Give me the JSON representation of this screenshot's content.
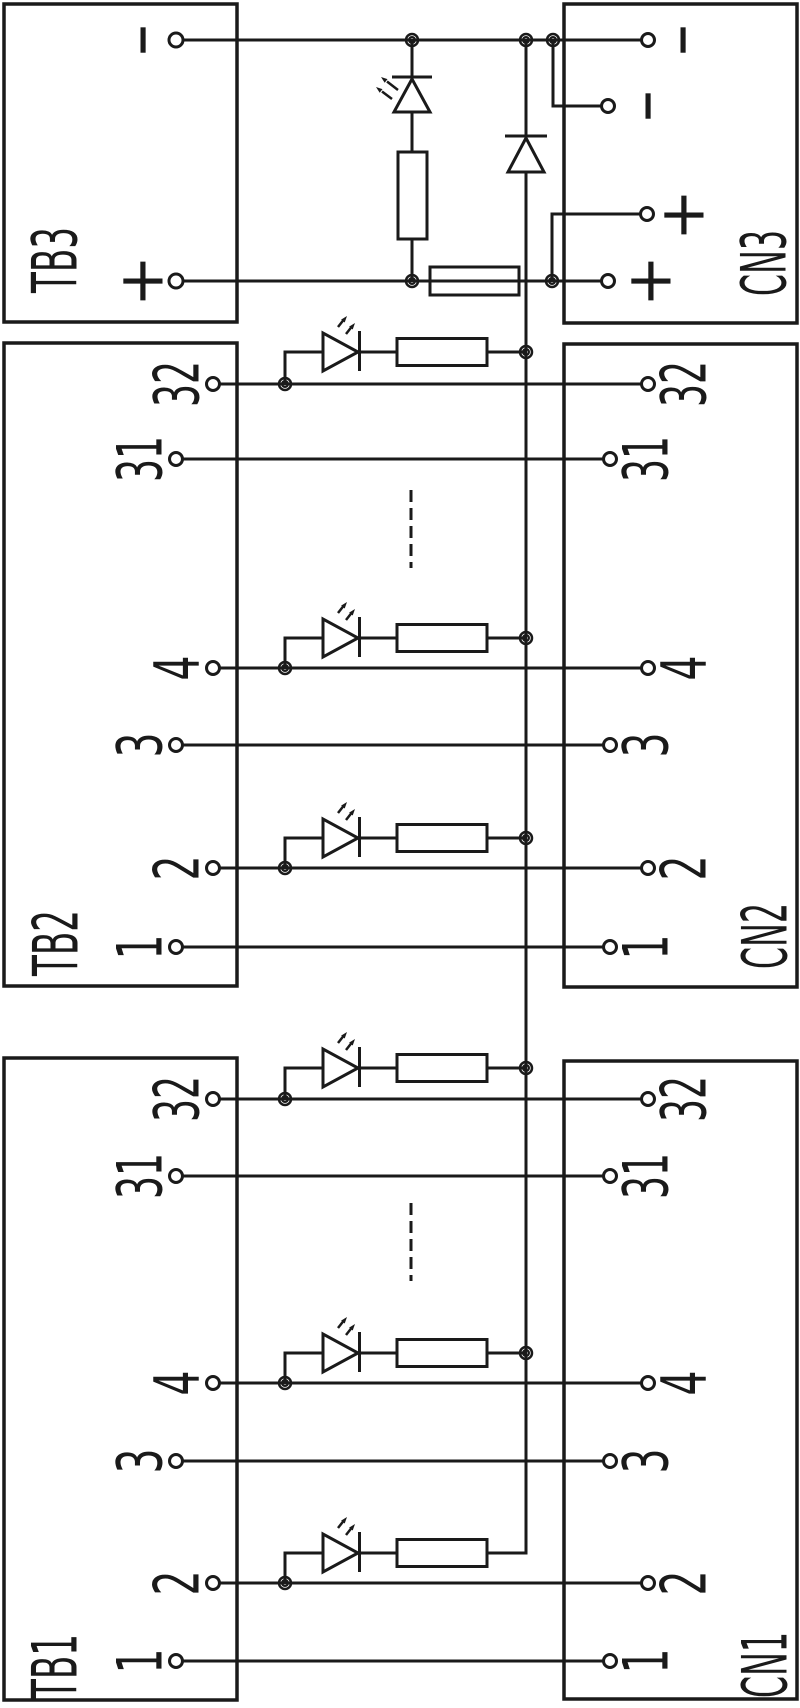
{
  "diagram": {
    "colors": {
      "line": "#1a1a1a",
      "background": "#ffffff"
    },
    "blocks": {
      "tb3": {
        "label": "TB3",
        "terminals": [
          "−",
          "+"
        ]
      },
      "cn3": {
        "label": "CN3",
        "terminals": [
          "−",
          "−",
          "+",
          "+"
        ]
      },
      "tb2": {
        "label": "TB2",
        "pins": [
          "32",
          "31",
          "4",
          "3",
          "2",
          "1"
        ]
      },
      "cn2": {
        "label": "CN2",
        "pins": [
          "32",
          "31",
          "4",
          "3",
          "2",
          "1"
        ]
      },
      "tb1": {
        "label": "TB1",
        "pins": [
          "32",
          "31",
          "4",
          "3",
          "2",
          "1"
        ]
      },
      "cn1": {
        "label": "CN1",
        "pins": [
          "32",
          "31",
          "4",
          "3",
          "2",
          "1"
        ]
      }
    }
  }
}
